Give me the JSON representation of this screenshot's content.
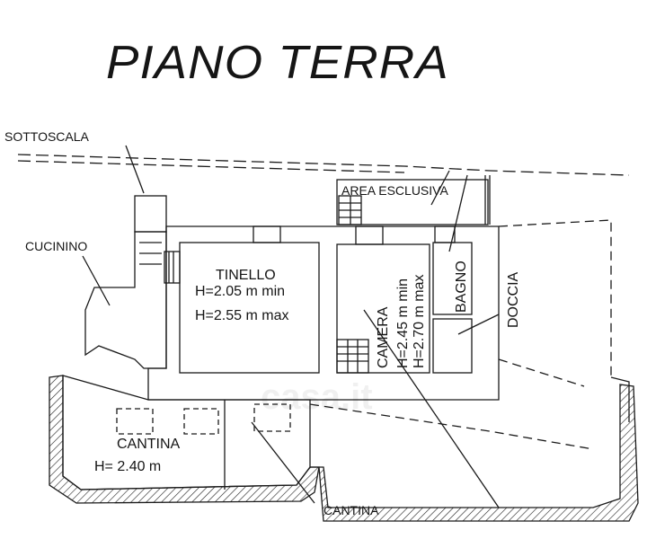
{
  "title": "PIANO TERRA",
  "labels": {
    "sottoscala": "SOTTOSCALA",
    "area_esclusiva": "AREA ESCLUSIVA",
    "cucinino": "CUCININO",
    "tinello": "TINELLO",
    "tinello_h_min": "H=2.05 m min",
    "tinello_h_max": "H=2.55 m max",
    "camera": "CAMERA",
    "camera_h_min": "H=2.45 m min",
    "camera_h_max": "H=2.70 m max",
    "bagno": "BAGNO",
    "doccia": "DOCCIA",
    "cantina_1": "CANTINA",
    "cantina_1_h": "H= 2.40 m",
    "cantina_2": "CANTINA"
  },
  "watermark": "casa.it"
}
